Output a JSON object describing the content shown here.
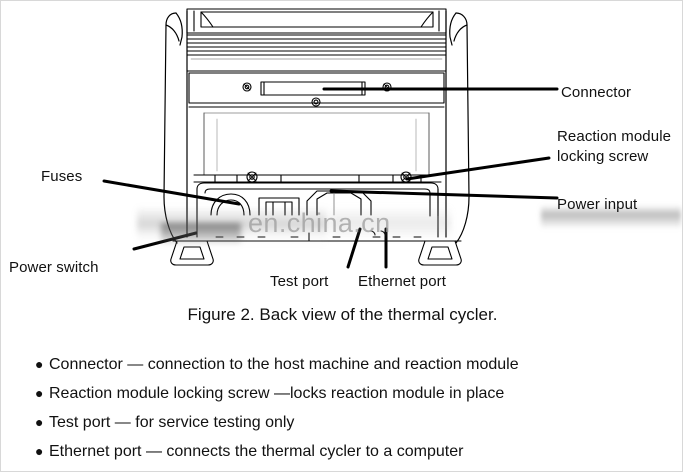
{
  "figure": {
    "caption": "Figure 2. Back view of the thermal cycler.",
    "watermark": "en.china.cn",
    "subject": "thermal cycler rear panel line drawing",
    "line_color": "#000000",
    "background_color": "#ffffff"
  },
  "callouts": [
    {
      "id": "connector",
      "label": "Connector",
      "side": "right"
    },
    {
      "id": "locking-screw-l1",
      "label": "Reaction module",
      "side": "right"
    },
    {
      "id": "locking-screw-l2",
      "label": "locking screw",
      "side": "right"
    },
    {
      "id": "power-input",
      "label": "Power input",
      "side": "right"
    },
    {
      "id": "fuses",
      "label": "Fuses",
      "side": "left"
    },
    {
      "id": "power-switch",
      "label": "Power switch",
      "side": "left"
    },
    {
      "id": "test-port",
      "label": "Test port",
      "side": "bottom"
    },
    {
      "id": "ethernet-port",
      "label": "Ethernet port",
      "side": "bottom"
    }
  ],
  "bullets": [
    {
      "marker": "●",
      "text": "Connector — connection to the host machine and reaction module"
    },
    {
      "marker": "●",
      "text": "Reaction module locking screw —locks reaction module in place"
    },
    {
      "marker": "●",
      "text": "Test port — for service testing only"
    },
    {
      "marker": "●",
      "text": "Ethernet port — connects the thermal cycler to a computer"
    }
  ]
}
